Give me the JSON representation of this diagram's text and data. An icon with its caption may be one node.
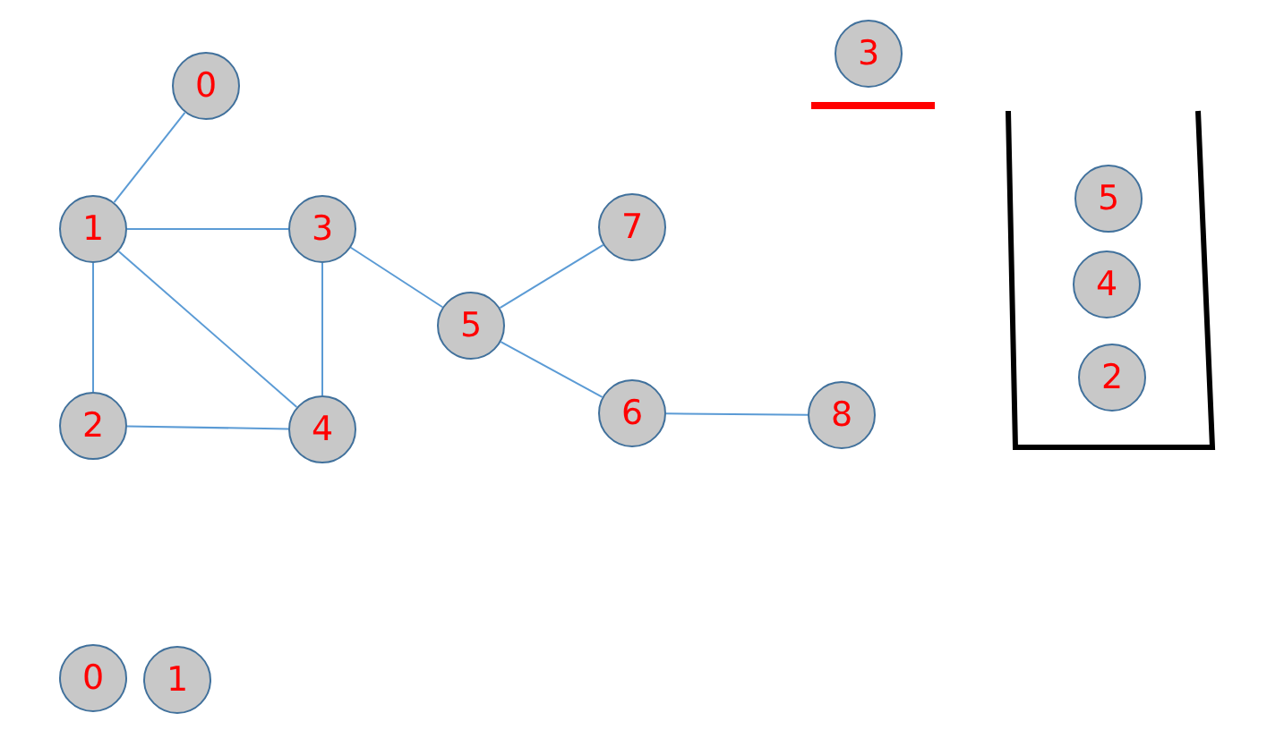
{
  "diagram": {
    "nodes": [
      {
        "text": [
          "0"
        ]
      },
      {
        "text": [
          "3"
        ]
      },
      {
        "text": [
          "1"
        ]
      },
      {
        "text": [
          "3"
        ]
      },
      {
        "text": [
          "7"
        ]
      },
      {
        "text": [
          "5"
        ]
      },
      {
        "text": [
          "5"
        ]
      },
      {
        "text": [
          "4"
        ]
      },
      {
        "text": [
          "2"
        ]
      },
      {
        "text": [
          "6"
        ]
      },
      {
        "text": [
          "2"
        ]
      },
      {
        "text": [
          "4"
        ]
      },
      {
        "text": [
          "8"
        ]
      },
      {
        "text": [
          "0"
        ]
      },
      {
        "text": [
          "1"
        ]
      }
    ],
    "edges": [
      {
        "from": 0,
        "to": 2,
        "arrow": "none"
      },
      {
        "from": 2,
        "to": 3,
        "arrow": "none"
      },
      {
        "from": 2,
        "to": 10,
        "arrow": "none"
      },
      {
        "from": 2,
        "to": 11,
        "arrow": "none"
      },
      {
        "from": 3,
        "to": 11,
        "arrow": "none"
      },
      {
        "from": 10,
        "to": 11,
        "arrow": "none"
      },
      {
        "from": 3,
        "to": 6,
        "arrow": "none"
      },
      {
        "from": 6,
        "to": 4,
        "arrow": "none"
      },
      {
        "from": 6,
        "to": 9,
        "arrow": "none"
      },
      {
        "from": 9,
        "to": 12,
        "arrow": "none"
      }
    ]
  }
}
